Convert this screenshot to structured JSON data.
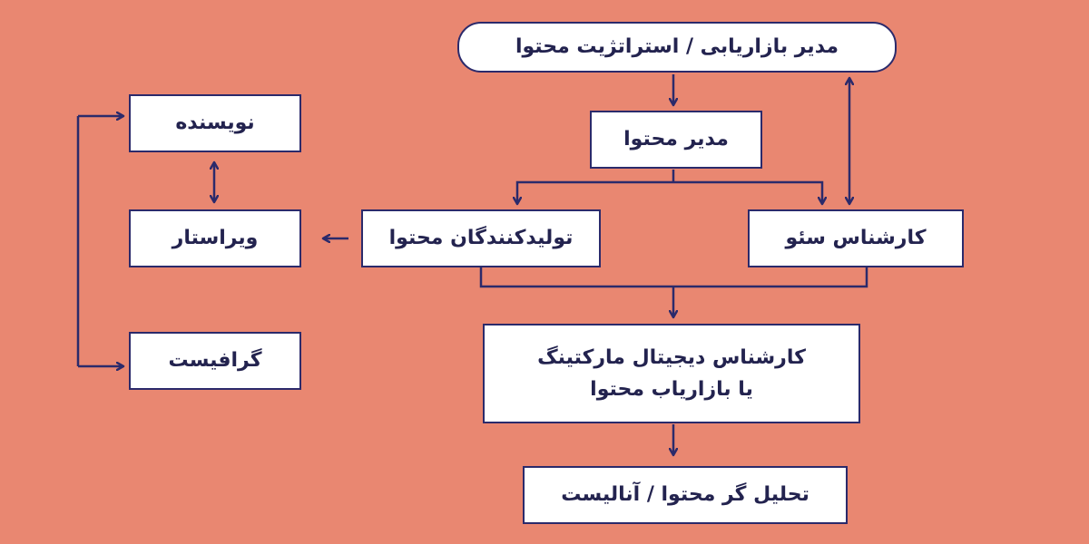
{
  "diagram": {
    "nodes": {
      "marketing_manager": "مدیر بازاریابی / استراتژیت محتوا",
      "content_manager": "مدیر محتوا",
      "seo_specialist": "کارشناس سئو",
      "content_producers": "تولیدکنندگان محتوا",
      "editor": "ویراستار",
      "writer": "نویسنده",
      "graphic_designer": "گرافیست",
      "digital_marketing_line1": "کارشناس دیجیتال مارکتینگ",
      "digital_marketing_line2": "یا بازاریاب محتوا",
      "content_analyst": "تحلیل گر محتوا / آنالیست"
    },
    "colors": {
      "background": "#E98771",
      "stroke": "#2B2A6B",
      "box_fill": "#FFFFFF",
      "text": "#23234F"
    }
  }
}
